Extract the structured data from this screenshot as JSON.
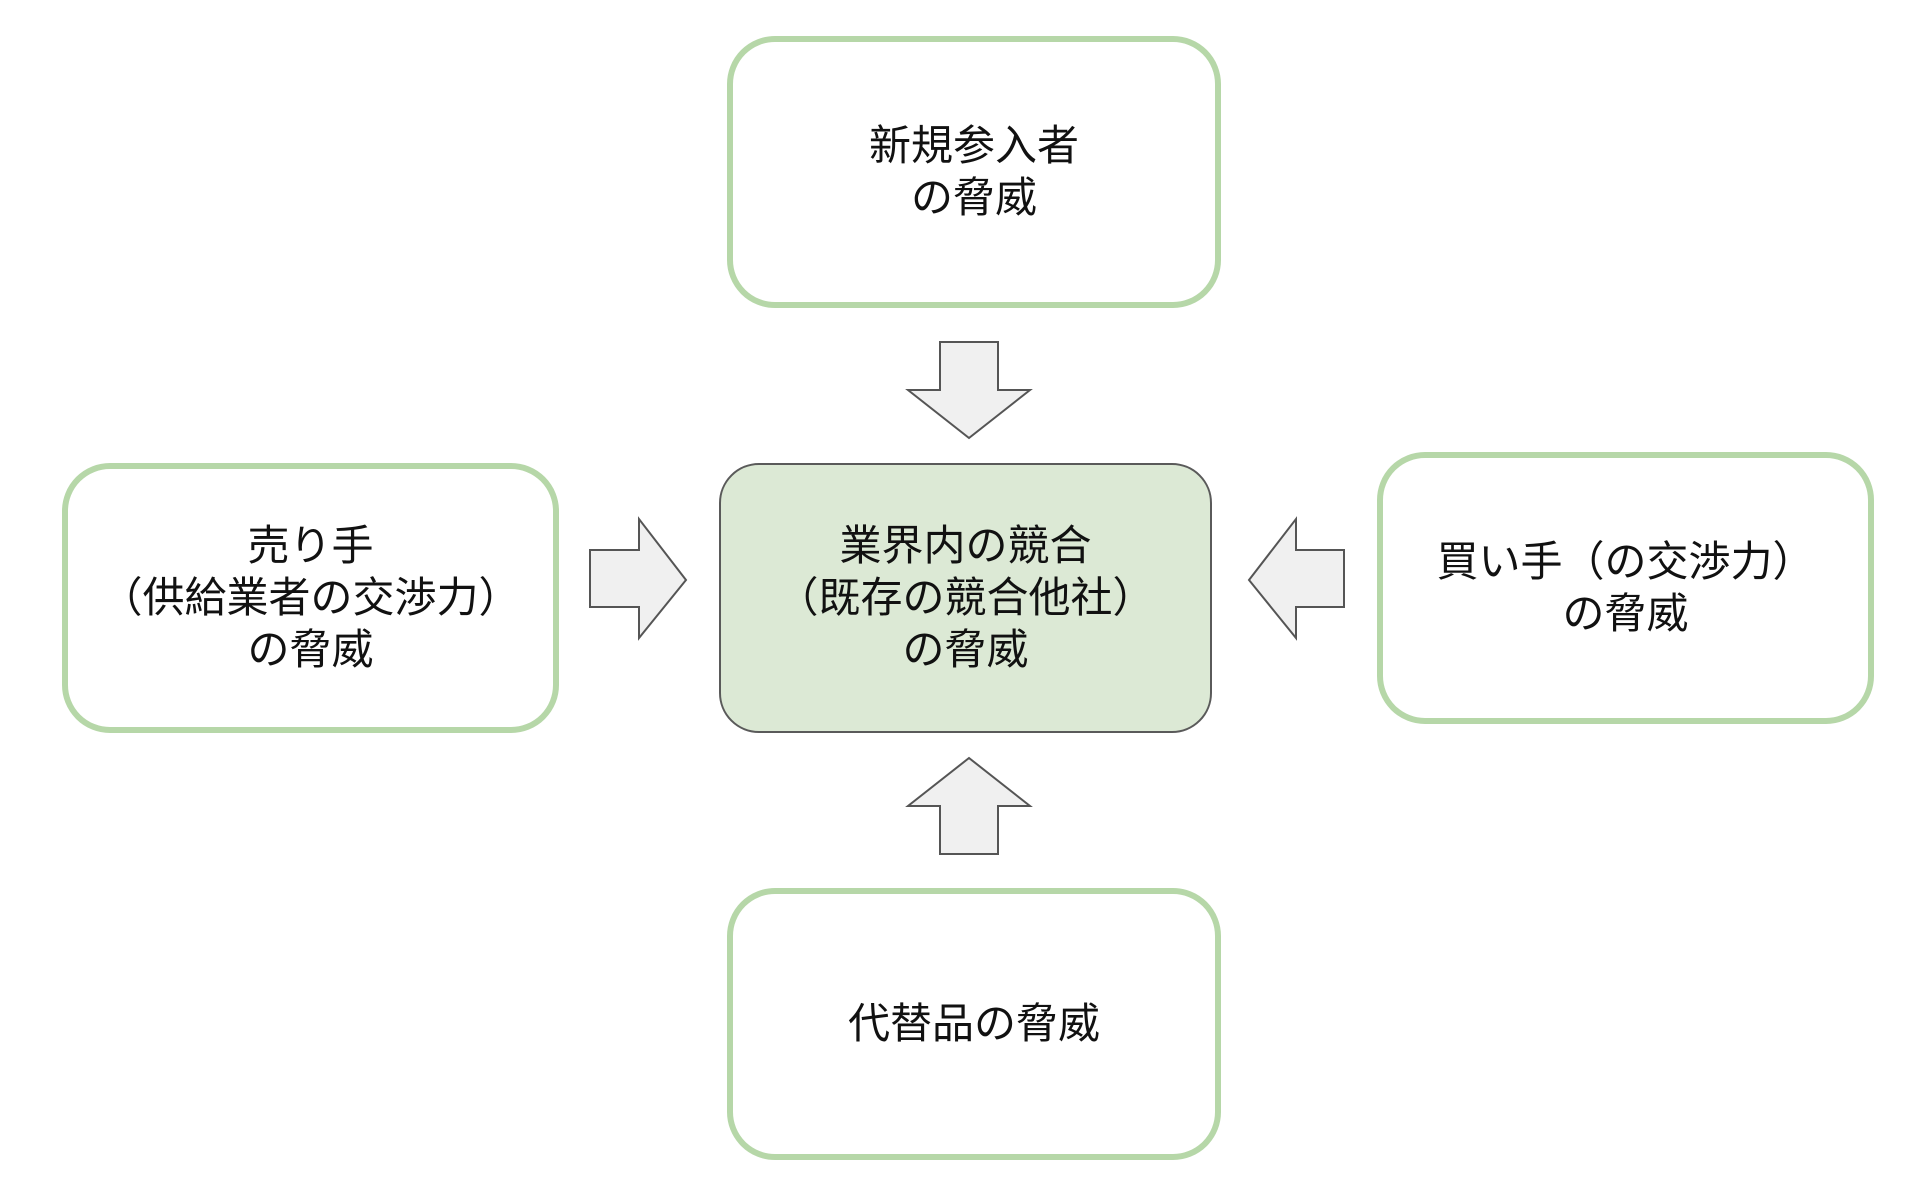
{
  "diagram": {
    "new_entrants": {
      "lines": [
        "新規参入者",
        "の脅威"
      ]
    },
    "suppliers": {
      "lines": [
        "売り手",
        "（供給業者の交渉力）",
        "の脅威"
      ]
    },
    "rivalry": {
      "lines": [
        "業界内の競合",
        "（既存の競合他社）",
        "の脅威"
      ]
    },
    "buyers": {
      "lines": [
        "買い手（の交渉力）",
        "の脅威"
      ]
    },
    "substitutes": {
      "lines": [
        "代替品の脅威"
      ]
    },
    "colors": {
      "force_border": "#b6d7a8",
      "center_fill": "#dce9d5",
      "center_border": "#5a5a5a",
      "arrow_fill": "#f0f0f0",
      "arrow_stroke": "#555555"
    }
  }
}
